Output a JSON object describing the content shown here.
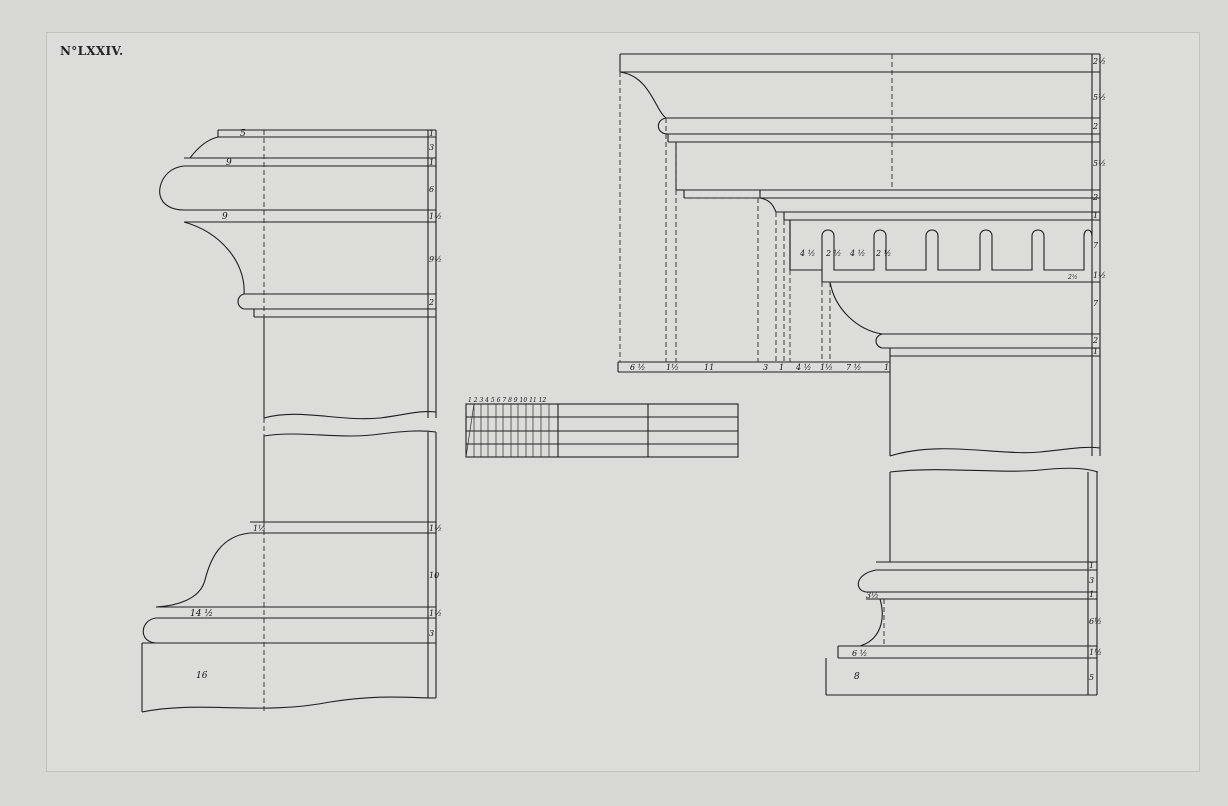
{
  "plate_number": "N°LXXIV.",
  "left_profile": {
    "cap_top_labels": [
      "5",
      "9",
      "9"
    ],
    "cap_side_labels": [
      "1",
      "3",
      "1",
      "6",
      "1½",
      "9½",
      "2"
    ],
    "base_labels": [
      "1½",
      "14 ½",
      "16"
    ],
    "base_side_labels": [
      "1½",
      "10",
      "1½",
      "3"
    ]
  },
  "right_profile": {
    "cornice_side_labels": [
      "2½",
      "5½",
      "2",
      "5½",
      "2",
      "1",
      "7",
      "1½",
      "7",
      "2",
      "1"
    ],
    "dentil_labels": [
      "4 ½",
      "2 ½",
      "4 ½",
      "2 ½"
    ],
    "dentil_small_label": "2½",
    "bottom_labels": [
      "6 ½",
      "1½",
      "11",
      "3",
      "1",
      "4 ½",
      "1½",
      "7 ½",
      "1"
    ],
    "base_labels": [
      "3½",
      "6 ½",
      "8"
    ],
    "base_side_labels": [
      "1",
      "3",
      "1",
      "6½",
      "1½",
      "5"
    ]
  },
  "scale_bar": {
    "tick_labels": "1 2 3 4 5 6 7 8 9 10 11 12"
  }
}
